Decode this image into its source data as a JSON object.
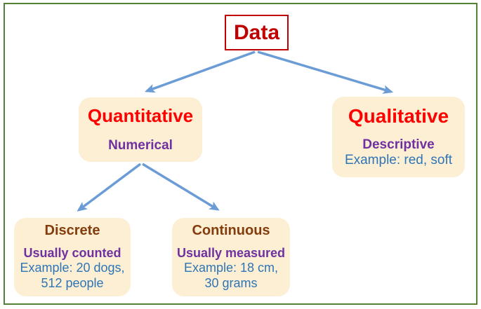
{
  "colors": {
    "frame-green": "#538135",
    "node-fill": "#FCEFD4",
    "data-red": "#C00000",
    "title-red": "#FF0000",
    "title-brown": "#843C0C",
    "subtitle-purple": "#7030A0",
    "example-blue": "#2E75B6",
    "arrow-blue": "#6B9CD6"
  },
  "tree": {
    "root": {
      "label": "Data"
    },
    "level1": [
      {
        "title": "Quantitative",
        "subtitle": "Numerical"
      },
      {
        "title": "Qualitative",
        "subtitle": "Descriptive",
        "example": "Example: red, soft"
      }
    ],
    "level2": [
      {
        "title": "Discrete",
        "subtitle": "Usually counted",
        "example_lines": [
          "Example: 20 dogs,",
          "512 people"
        ]
      },
      {
        "title": "Continuous",
        "subtitle": "Usually measured",
        "example_lines": [
          "Example: 18 cm,",
          "30 grams"
        ]
      }
    ]
  }
}
